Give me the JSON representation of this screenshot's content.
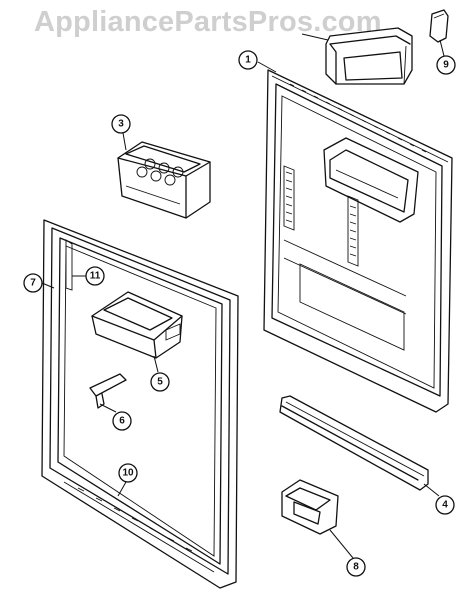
{
  "watermark": "AppliancePartsPros.com",
  "callouts": [
    {
      "id": "1",
      "label": "1"
    },
    {
      "id": "3",
      "label": "3"
    },
    {
      "id": "4",
      "label": "4"
    },
    {
      "id": "5",
      "label": "5"
    },
    {
      "id": "6",
      "label": "6"
    },
    {
      "id": "7",
      "label": "7"
    },
    {
      "id": "8",
      "label": "8"
    },
    {
      "id": "9",
      "label": "9"
    },
    {
      "id": "10",
      "label": "10"
    },
    {
      "id": "11",
      "label": "11"
    }
  ]
}
